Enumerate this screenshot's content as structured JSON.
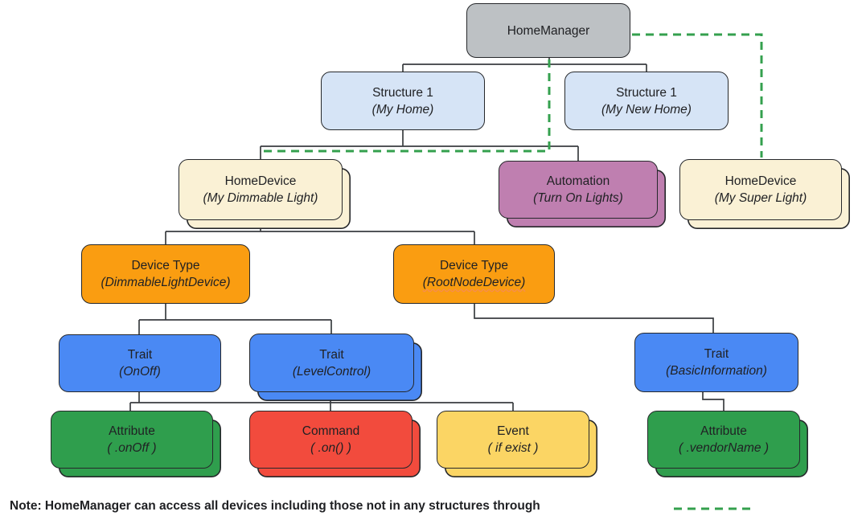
{
  "diagram": {
    "title_hint": "HomeManager device/structure hierarchy",
    "nodes": [
      {
        "id": "home-manager",
        "title": "HomeManager",
        "subtitle": "",
        "color": "gray",
        "stacked": false
      },
      {
        "id": "structure-my-home",
        "title": "Structure 1",
        "subtitle": "(My Home)",
        "color": "light-blue",
        "stacked": false
      },
      {
        "id": "structure-my-new-home",
        "title": "Structure 1",
        "subtitle": "(My New Home)",
        "color": "light-blue",
        "stacked": false
      },
      {
        "id": "home-device-dimmable",
        "title": "HomeDevice",
        "subtitle": "(My Dimmable Light)",
        "color": "cream",
        "stacked": true
      },
      {
        "id": "automation-turn-on-lights",
        "title": "Automation",
        "subtitle": "(Turn On Lights)",
        "color": "mauve",
        "stacked": true
      },
      {
        "id": "home-device-super-light",
        "title": "HomeDevice",
        "subtitle": "(My Super Light)",
        "color": "cream",
        "stacked": true
      },
      {
        "id": "device-type-dimmable",
        "title": "Device Type",
        "subtitle": "(DimmableLightDevice)",
        "color": "orange",
        "stacked": false
      },
      {
        "id": "device-type-rootnode",
        "title": "Device Type",
        "subtitle": "(RootNodeDevice)",
        "color": "orange",
        "stacked": false
      },
      {
        "id": "trait-onoff",
        "title": "Trait",
        "subtitle": "(OnOff)",
        "color": "blue",
        "stacked": false
      },
      {
        "id": "trait-levelcontrol",
        "title": "Trait",
        "subtitle": "(LevelControl)",
        "color": "blue",
        "stacked": true
      },
      {
        "id": "trait-basicinformation",
        "title": "Trait",
        "subtitle": "(BasicInformation)",
        "color": "blue",
        "stacked": false
      },
      {
        "id": "attribute-onoff",
        "title": "Attribute",
        "subtitle": "( .onOff )",
        "color": "green",
        "stacked": true
      },
      {
        "id": "command-on",
        "title": "Command",
        "subtitle": "( .on() )",
        "color": "red",
        "stacked": true
      },
      {
        "id": "event-if-exist",
        "title": "Event",
        "subtitle": "( if exist )",
        "color": "yellow",
        "stacked": true
      },
      {
        "id": "attribute-vendorname",
        "title": "Attribute",
        "subtitle": "( .vendorName )",
        "color": "green",
        "stacked": true
      }
    ],
    "note": {
      "text": "Note: HomeManager can access all devices including those not in any structures through"
    },
    "legend": {
      "meaning": "green dashed line = direct HomeManager access"
    },
    "colors": {
      "gray": "#BDC1C4",
      "light_blue": "#D6E4F6",
      "cream": "#FAF1D5",
      "mauve": "#BF7FB0",
      "orange": "#FA9D11",
      "blue": "#4A89F4",
      "green": "#2F9E4D",
      "red": "#F24B3D",
      "yellow": "#FBD564",
      "dashed_green": "#34A04E",
      "box_border": "#26282B",
      "connector": "#3A3D40"
    }
  }
}
